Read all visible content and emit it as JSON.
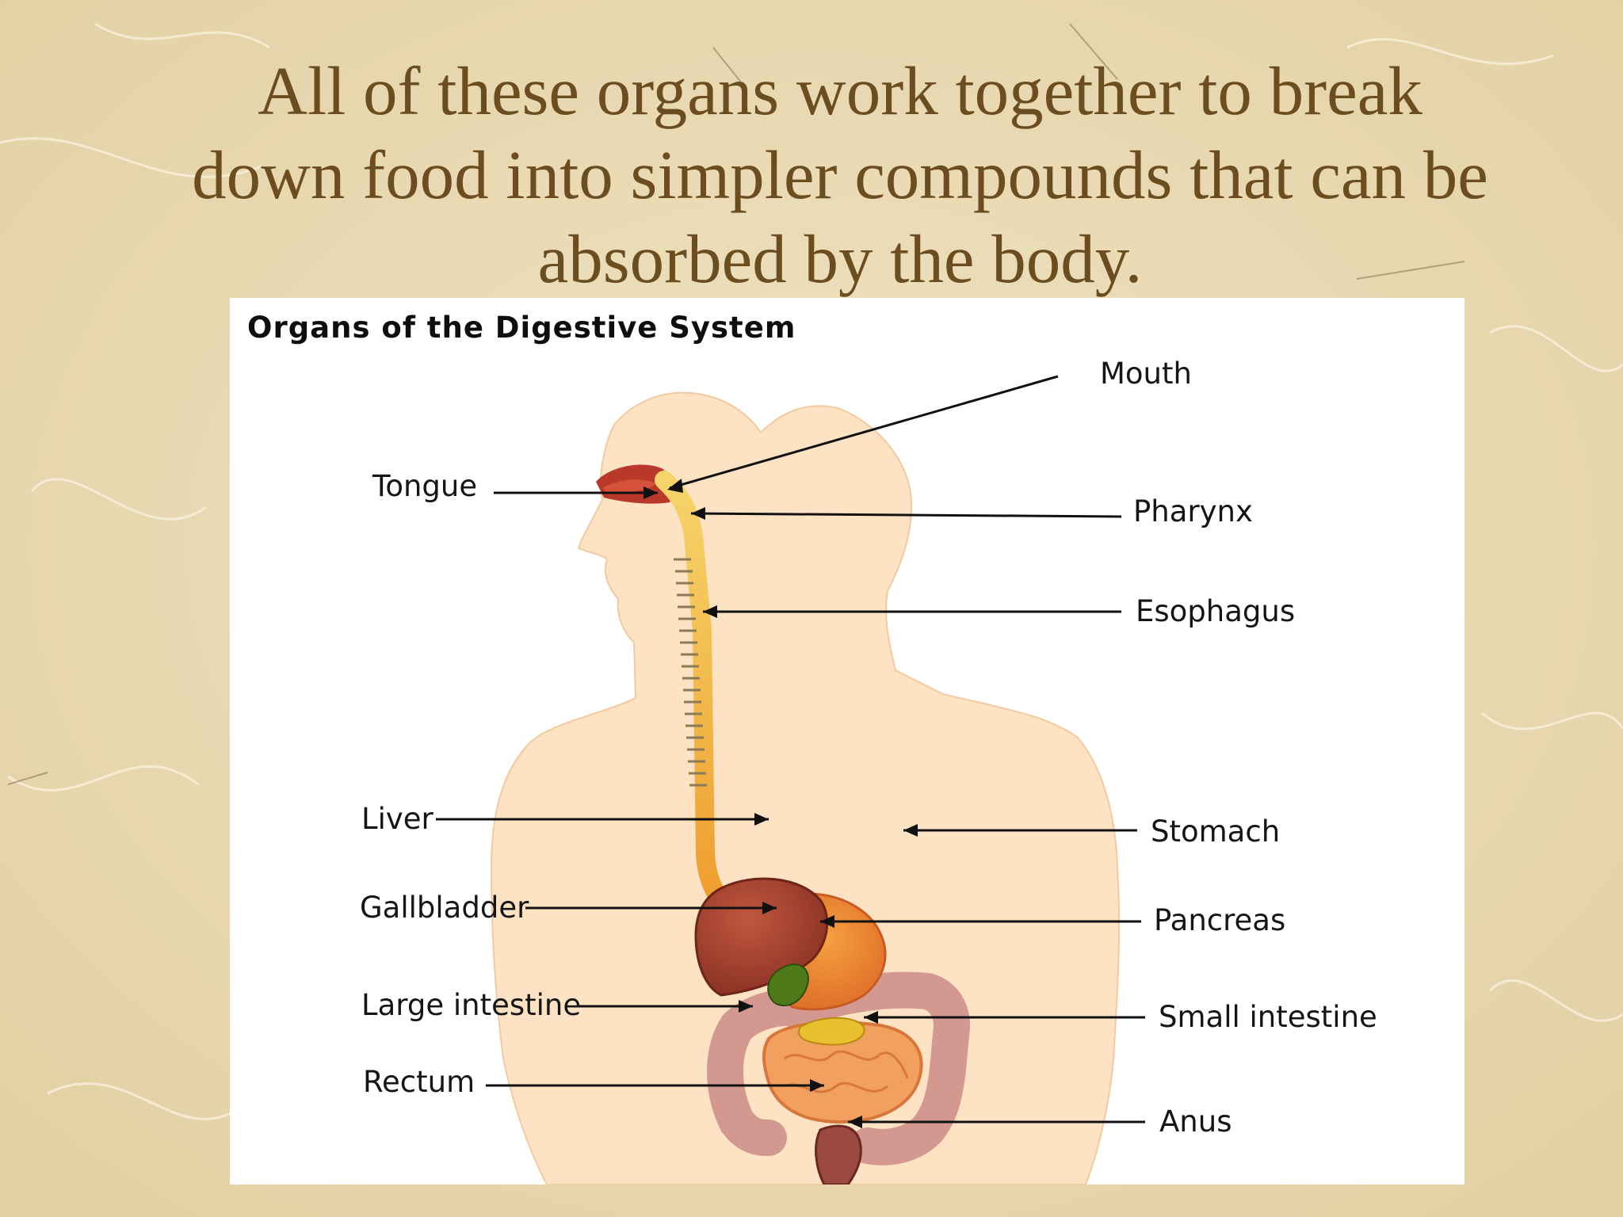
{
  "slide": {
    "title_lines": [
      "All of these organs work together to break",
      "down food into simpler compounds that can be",
      "absorbed by the body."
    ]
  },
  "diagram": {
    "title": "Organs of the Digestive System",
    "labels": {
      "mouth": "Mouth",
      "tongue": "Tongue",
      "pharynx": "Pharynx",
      "esophagus": "Esophagus",
      "liver": "Liver",
      "stomach": "Stomach",
      "gallbladder": "Gallbladder",
      "pancreas": "Pancreas",
      "large_intestine": "Large intestine",
      "small_intestine": "Small intestine",
      "rectum": "Rectum",
      "anus": "Anus"
    }
  },
  "colors": {
    "background": "#eadcb6",
    "title_text": "#6b4d1f",
    "panel": "#ffffff",
    "body_silhouette": "#fde3c4",
    "digestive_tract": "#f0a030",
    "liver": "#9b3a2a",
    "gallbladder": "#4e7a1a",
    "large_intestine": "#d39890",
    "small_intestine": "#f2a060"
  }
}
